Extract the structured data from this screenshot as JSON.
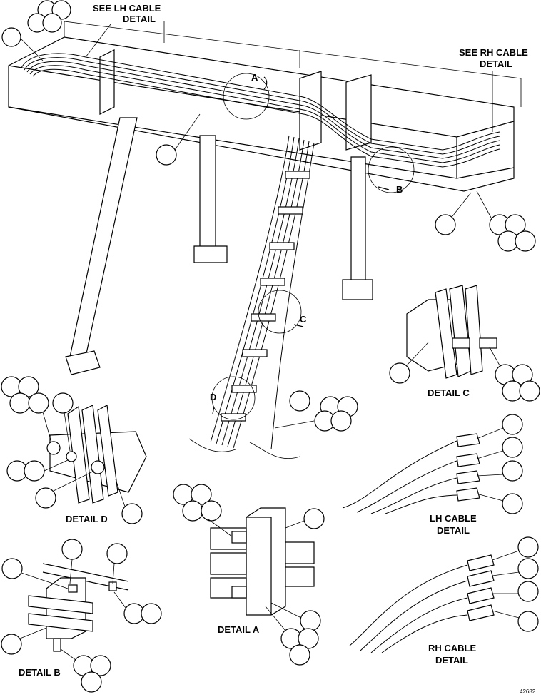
{
  "labels": {
    "see_lh_line1": "SEE LH CABLE",
    "see_lh_line2": "DETAIL",
    "see_rh_line1": "SEE RH CABLE",
    "see_rh_line2": "DETAIL",
    "view_a": "A",
    "view_b": "B",
    "view_c": "C",
    "view_d": "D",
    "detail_a": "DETAIL A",
    "detail_b": "DETAIL B",
    "detail_c": "DETAIL C",
    "detail_d": "DETAIL D",
    "lh_detail_line1": "LH CABLE",
    "lh_detail_line2": "DETAIL",
    "rh_detail_line1": "RH CABLE",
    "rh_detail_line2": "DETAIL",
    "figure_number": "42682"
  }
}
